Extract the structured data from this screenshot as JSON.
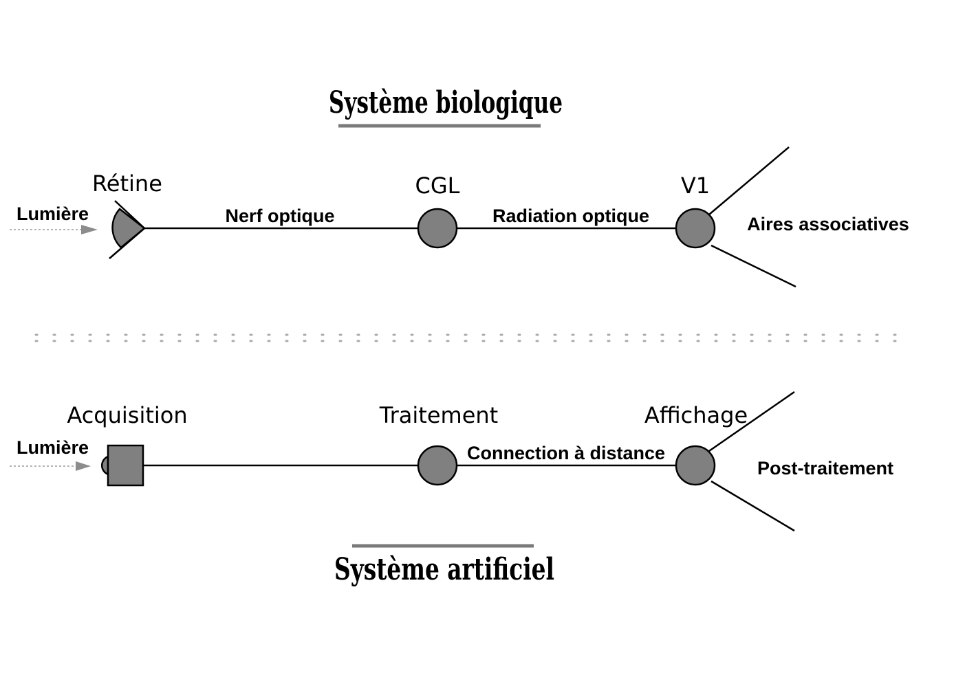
{
  "biological": {
    "title": "Système biologique",
    "input_label": "Lumière",
    "stage1": "Rétine",
    "link1": "Nerf optique",
    "stage2": "CGL",
    "link2": "Radiation optique",
    "stage3": "V1",
    "output": "Aires associatives"
  },
  "artificial": {
    "title": "Système artificiel",
    "input_label": "Lumière",
    "stage1": "Acquisition",
    "stage2": "Traitement",
    "link2": "Connection à distance",
    "stage3": "Affichage",
    "output": "Post-traitement"
  },
  "colors": {
    "node_fill": "#808080",
    "underline": "#7a7a7a",
    "separator": "#aaaaaa"
  }
}
